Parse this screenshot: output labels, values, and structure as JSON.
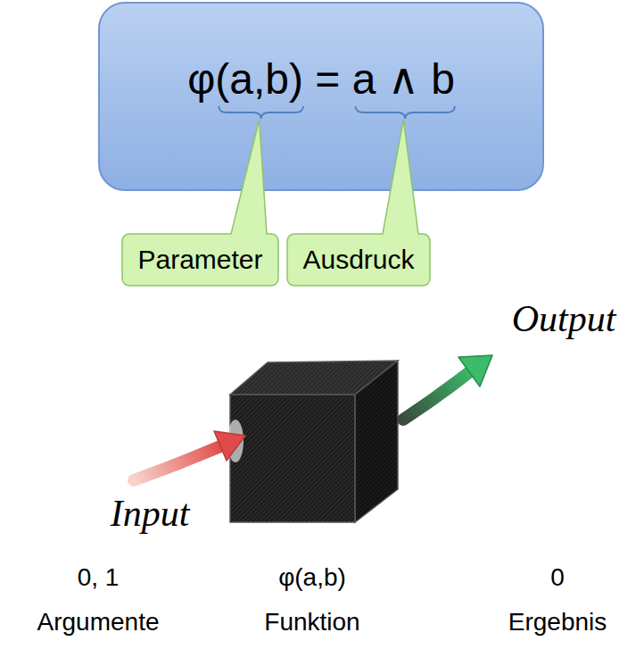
{
  "diagram": {
    "nodes": [
      {
        "text": [
          "φ(a,b) = a ∧ b"
        ]
      },
      {
        "text": [
          "Parameter"
        ]
      },
      {
        "text": [
          "Ausdruck"
        ]
      }
    ],
    "labels": [
      "Output",
      "Input",
      "0, 1",
      "φ(a,b)",
      "0",
      "Argumente",
      "Funktion",
      "Ergebnis"
    ]
  }
}
